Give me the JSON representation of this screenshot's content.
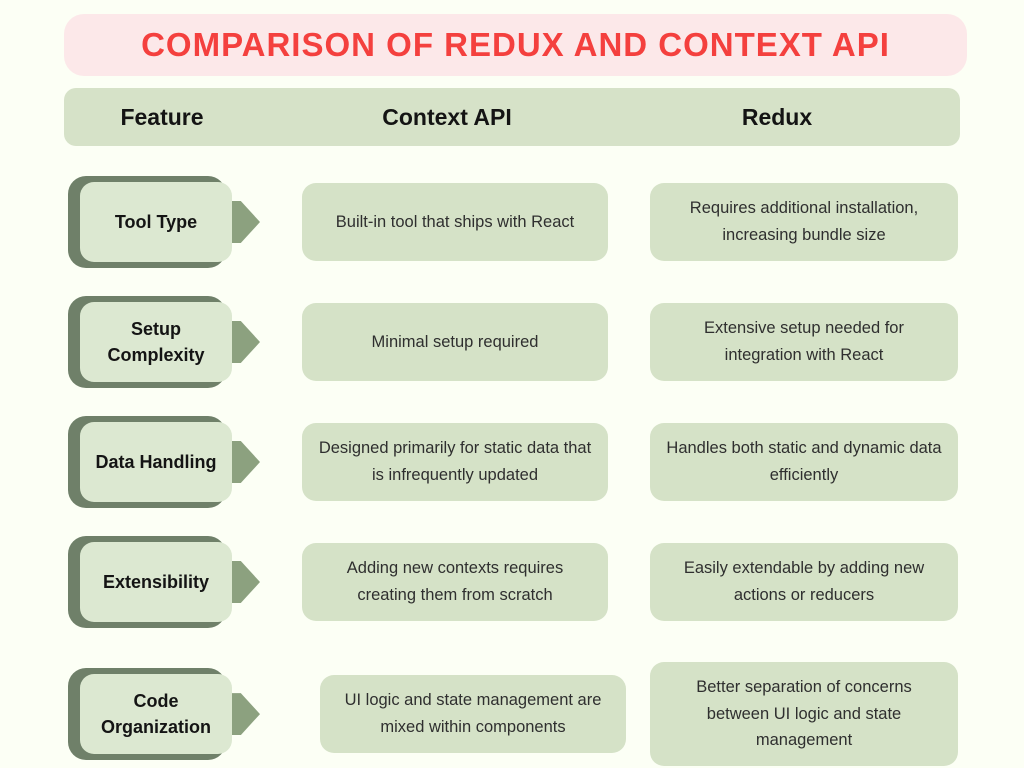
{
  "title": "COMPARISON OF REDUX AND CONTEXT API",
  "header": {
    "feature": "Feature",
    "context": "Context API",
    "redux": "Redux"
  },
  "rows": [
    {
      "feature": "Tool Type",
      "context": "Built-in tool that ships with React",
      "redux": "Requires additional installation, increasing bundle size"
    },
    {
      "feature": "Setup Complexity",
      "context": "Minimal setup required",
      "redux": "Extensive setup needed for integration with React"
    },
    {
      "feature": "Data Handling",
      "context": "Designed primarily for static data that is infrequently updated",
      "redux": "Handles both static and dynamic data efficiently"
    },
    {
      "feature": "Extensibility",
      "context": "Adding new contexts requires creating them from scratch",
      "redux": "Easily extendable by adding new actions or reducers"
    },
    {
      "feature": "Code Organization",
      "context": "UI logic and state management are mixed within components",
      "redux": "Better separation of concerns between UI logic and state management"
    }
  ],
  "colors": {
    "page_background": "#fcfff5",
    "title_background": "#fce8e9",
    "title_text": "#f4403e",
    "header_background": "#d6e2c8",
    "cell_background": "#d5e2c7",
    "feature_face": "#dce8d1",
    "feature_shadow": "#6f8069",
    "arrow": "#8ca17f",
    "body_text": "#2f2f2f"
  }
}
